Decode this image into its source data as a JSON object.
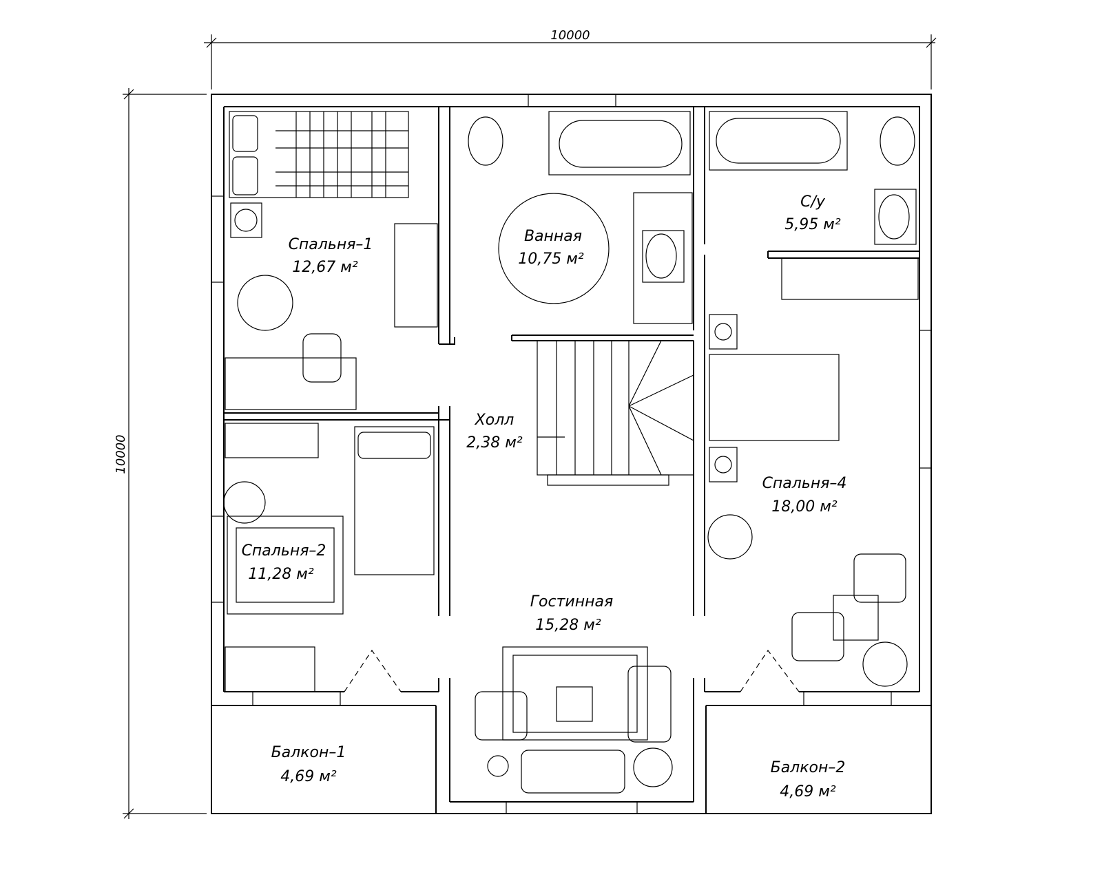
{
  "dimensions": {
    "width": "10000",
    "height": "10000"
  },
  "rooms": [
    {
      "name": "Спальня–1",
      "area": "12,67  м²"
    },
    {
      "name": "Ванная",
      "area": "10,75  м²"
    },
    {
      "name": "С/у",
      "area": "5,95  м²"
    },
    {
      "name": "Холл",
      "area": "2,38  м²"
    },
    {
      "name": "Спальня–4",
      "area": "18,00  м²"
    },
    {
      "name": "Спальня–2",
      "area": "11,28  м²"
    },
    {
      "name": "Гостинная",
      "area": "15,28  м²"
    },
    {
      "name": "Балкон–1",
      "area": "4,69  м²"
    },
    {
      "name": "Балкон–2",
      "area": "4,69  м²"
    }
  ]
}
